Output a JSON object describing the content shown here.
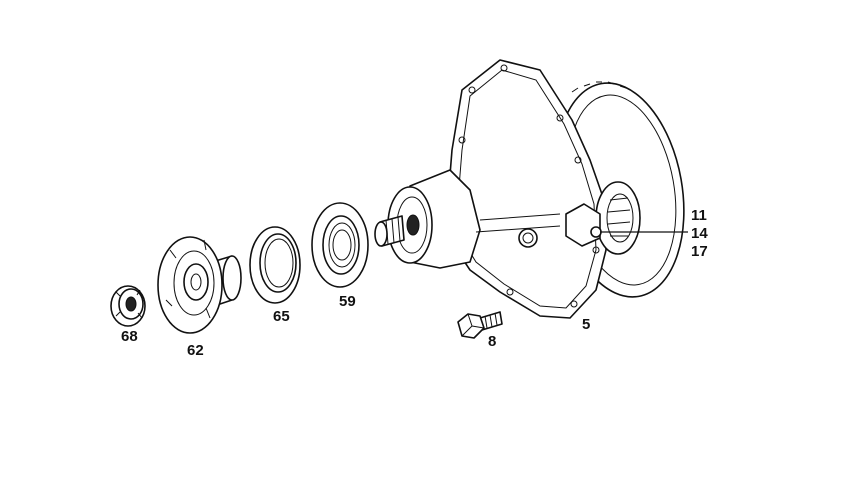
{
  "labels": {
    "p68": "68",
    "p62": "62",
    "p65": "65",
    "p59": "59",
    "p8": "8",
    "p5": "5",
    "p11": "11",
    "p14": "14",
    "p17": "17"
  },
  "colors": {
    "line": "#111111",
    "background": "#ffffff"
  }
}
